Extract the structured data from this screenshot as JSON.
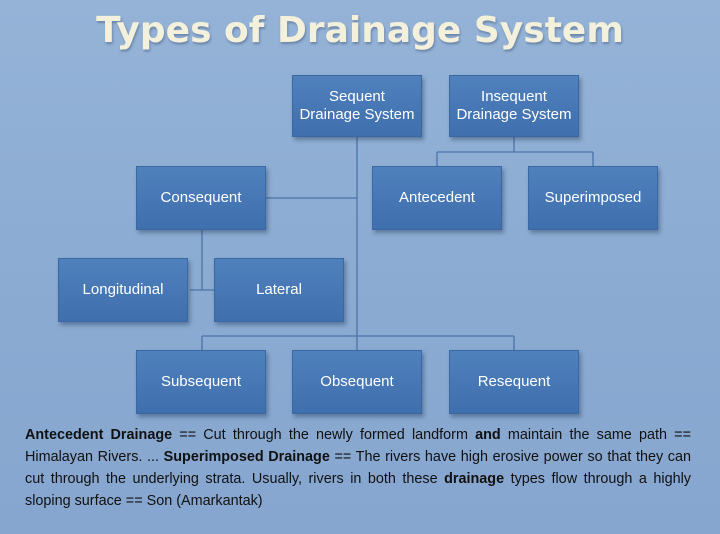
{
  "title": "Types of Drainage System",
  "nodes": {
    "sequent": [
      "Sequent",
      "Drainage System"
    ],
    "insequent": [
      "Insequent",
      "Drainage System"
    ],
    "consequent": "Consequent",
    "antecedent": "Antecedent",
    "superimposed": "Superimposed",
    "longitudinal": "Longitudinal",
    "lateral": "Lateral",
    "subsequent": "Subsequent",
    "obsequent": "Obsequent",
    "resequent": "Resequent"
  },
  "caption": {
    "t1": "Antecedent Drainage",
    "t2": " == Cut through the newly formed landform ",
    "t3": "and",
    "t4": " maintain the same path == Himalayan Rivers. ... ",
    "t5": "Superimposed Drainage",
    "t6": " == The rivers have high erosive power so that they can cut through the underlying strata. Usually, rivers in both these ",
    "t7": "drainage",
    "t8": " types flow through a highly sloping surface  == Son (Amarkantak)"
  },
  "colors": {
    "background": "#95b3d7",
    "node_fill": "#4f81bd",
    "connector": "#4a74a8",
    "title": "#f3f0dc"
  }
}
